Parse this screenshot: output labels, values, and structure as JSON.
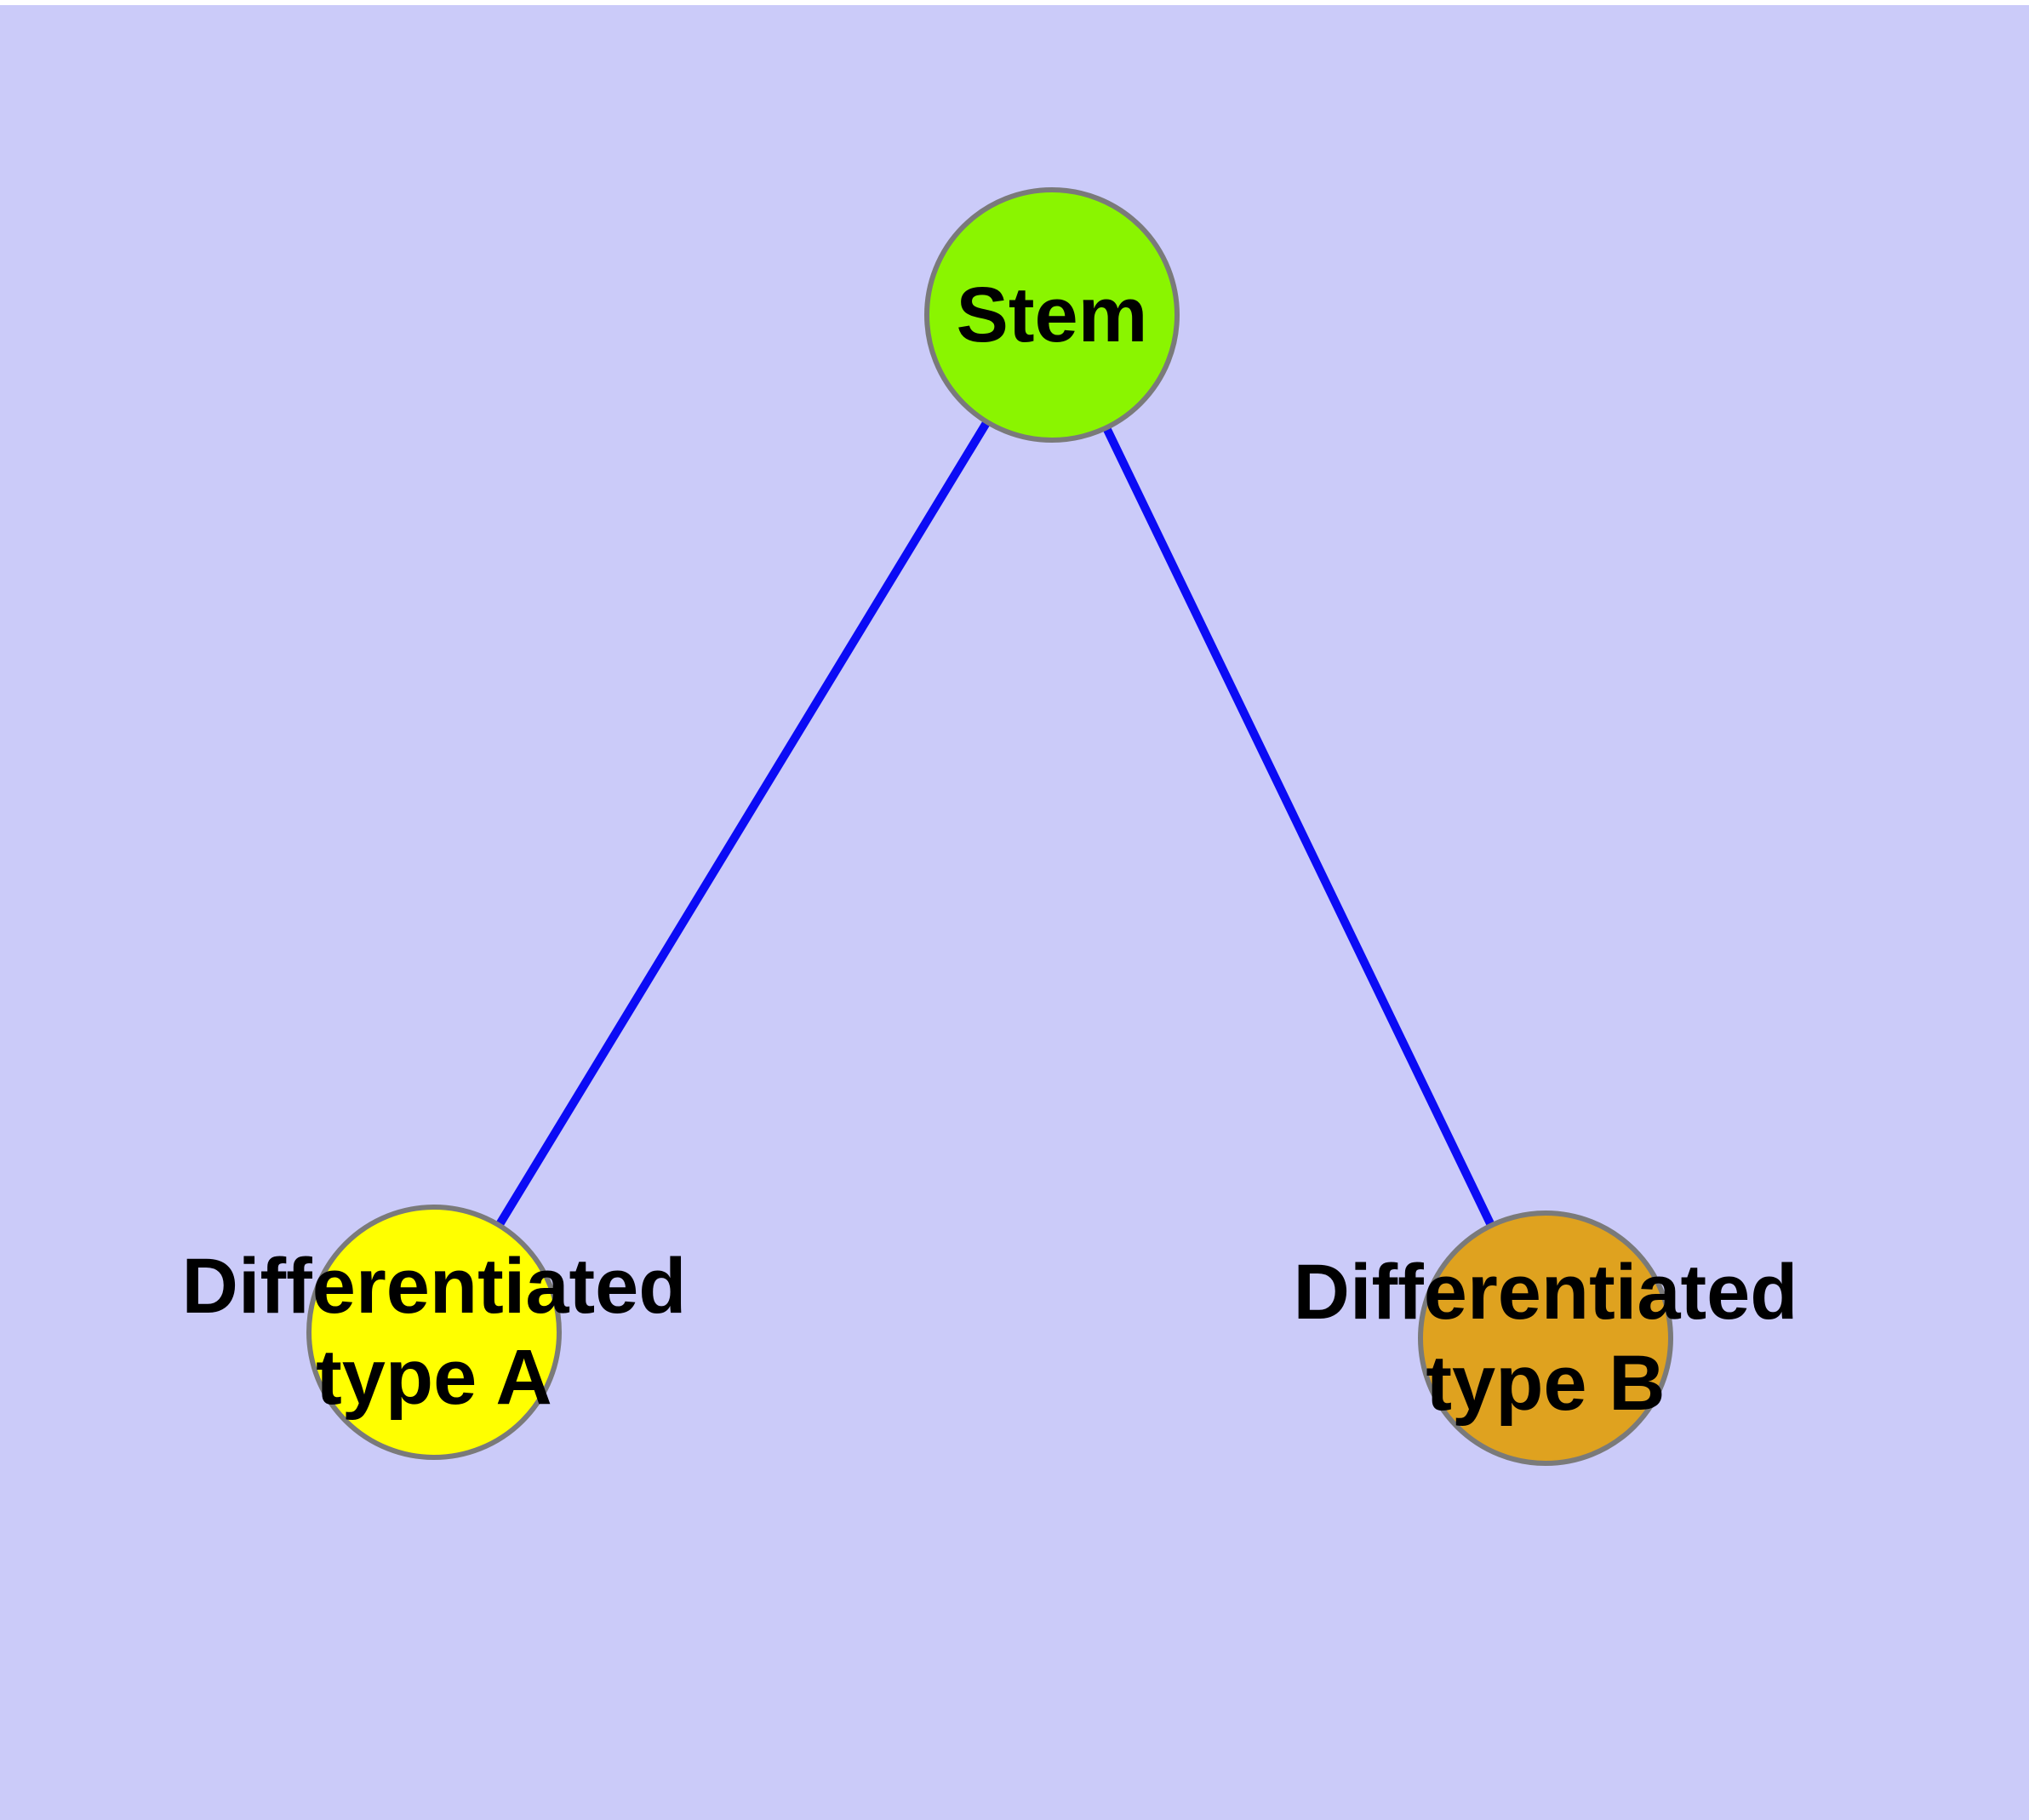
{
  "canvas": {
    "background": "#CBCBF9",
    "page_background": "#FFFFFF"
  },
  "diagram": {
    "type": "graph",
    "edge_color": "#0B0BF5",
    "node_border_color": "#7A7A7A",
    "label_color": "#000000",
    "nodes": [
      {
        "id": "stem",
        "label": "Stem",
        "fill": "#8AF500"
      },
      {
        "id": "type-a",
        "label": "Differentiated\ntype A",
        "fill": "#FFFF00"
      },
      {
        "id": "type-b",
        "label": "Differentiated\ntype B",
        "fill": "#DFA21F"
      }
    ],
    "edges": [
      {
        "from": "stem",
        "to": "type-a"
      },
      {
        "from": "stem",
        "to": "type-b"
      }
    ]
  }
}
